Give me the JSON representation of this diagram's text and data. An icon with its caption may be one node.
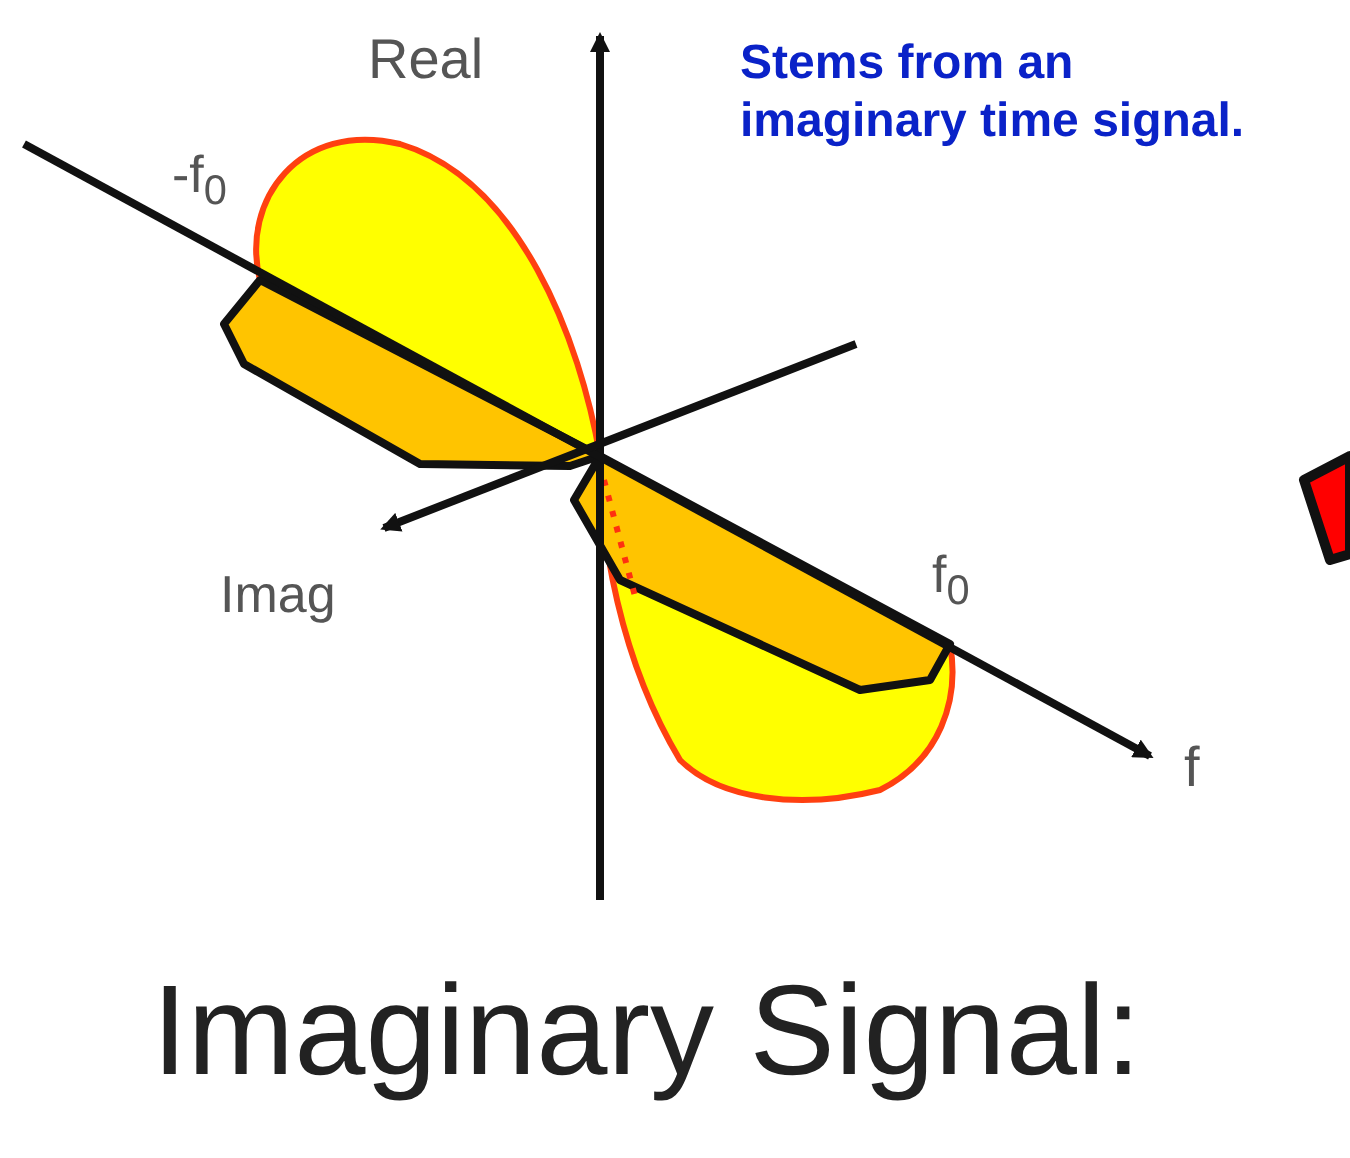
{
  "diagram": {
    "title": "Imaginary Signal:",
    "labels": [
      "Real",
      "-f$_{0}$",
      "Stems from an imaginary time signal.",
      "Imag",
      "f$_{0}$",
      "f"
    ]
  }
}
